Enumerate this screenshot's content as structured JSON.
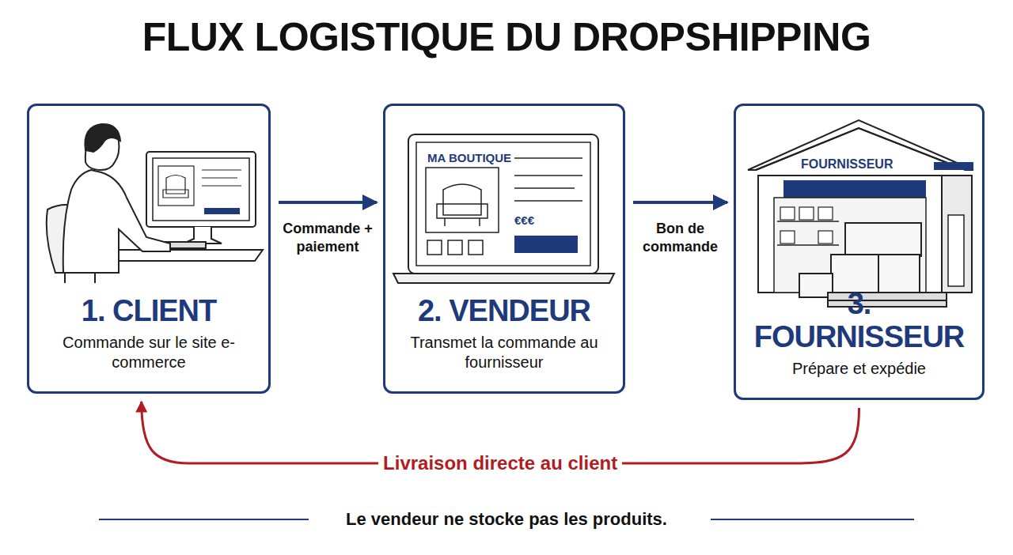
{
  "diagram": {
    "title": "FLUX LOGISTIQUE DU DROPSHIPPING",
    "caption": "Le vendeur ne stocke pas les produits.",
    "nodes": [
      {
        "text": [
          "1. CLIENT",
          "Commande sur le site e-commerce"
        ]
      },
      {
        "text": [
          "2. VENDEUR",
          "Transmet la commande au fournisseur"
        ]
      },
      {
        "text": [
          "3. FOURNISSEUR",
          "Prépare et expédie"
        ]
      }
    ],
    "edges": [
      {
        "from": 0,
        "to": 1,
        "label": "Commande + paiement",
        "arrow": "to"
      },
      {
        "from": 1,
        "to": 2,
        "label": "Bon de commande",
        "arrow": "to"
      },
      {
        "from": 2,
        "to": 0,
        "label": "Livraison directe au client",
        "arrow": "to"
      }
    ],
    "labels": [
      "MA BOUTIQUE",
      "€€€",
      "FOURNISSEUR"
    ]
  }
}
